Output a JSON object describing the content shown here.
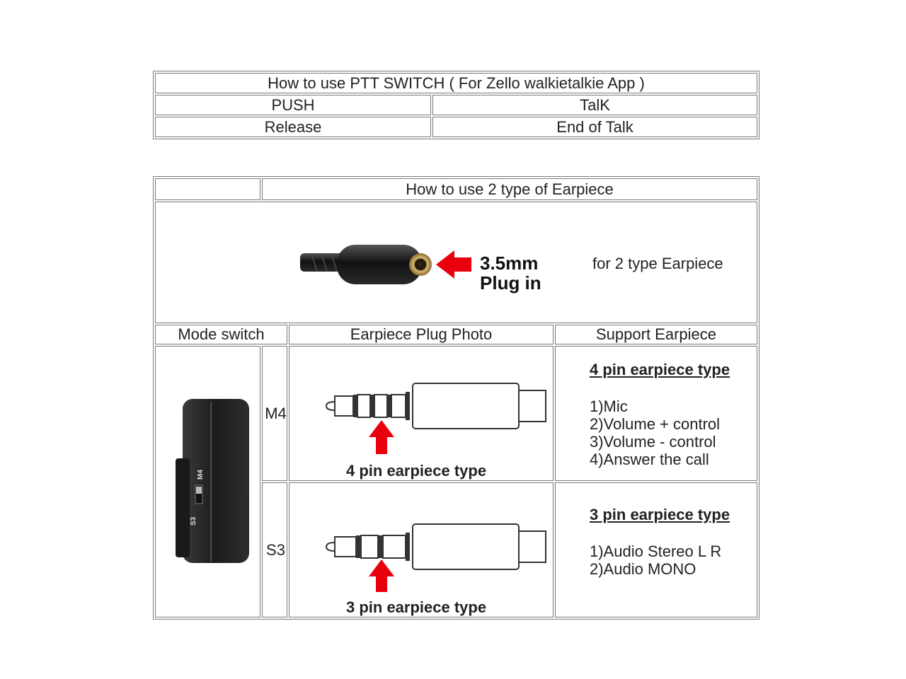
{
  "ptt_table": {
    "title": "How to use PTT SWITCH  ( For  Zello walkietalkie App )",
    "rows": [
      {
        "action": "PUSH",
        "result": "TalK"
      },
      {
        "action": "Release",
        "result": "End of Talk"
      }
    ]
  },
  "earpiece_table": {
    "title": "How to use 2 type of Earpiece",
    "plug_caption_line1": "3.5mm",
    "plug_caption_line2": "Plug in",
    "plug_note": "for 2 type Earpiece",
    "headers": {
      "mode_switch": "Mode switch",
      "plug_photo": "Earpiece Plug Photo",
      "support": "Support Earpiece"
    },
    "modes": [
      {
        "label": "M4",
        "photo_caption": "4 pin  earpiece type",
        "support_title": "4 pin  earpiece type",
        "support_items": [
          "1)Mic",
          "2)Volume + control",
          "3)Volume -  control",
          "4)Answer the call"
        ]
      },
      {
        "label": "S3",
        "photo_caption": "3 pin  earpiece type",
        "support_title": "3 pin  earpiece type",
        "support_items": [
          "1)Audio  Stereo  L R",
          "2)Audio  MONO"
        ]
      }
    ],
    "device_labels": {
      "m4": "M4",
      "s3": "S3"
    }
  },
  "colors": {
    "arrow": "#e8000d",
    "border": "#7a7a7a"
  }
}
